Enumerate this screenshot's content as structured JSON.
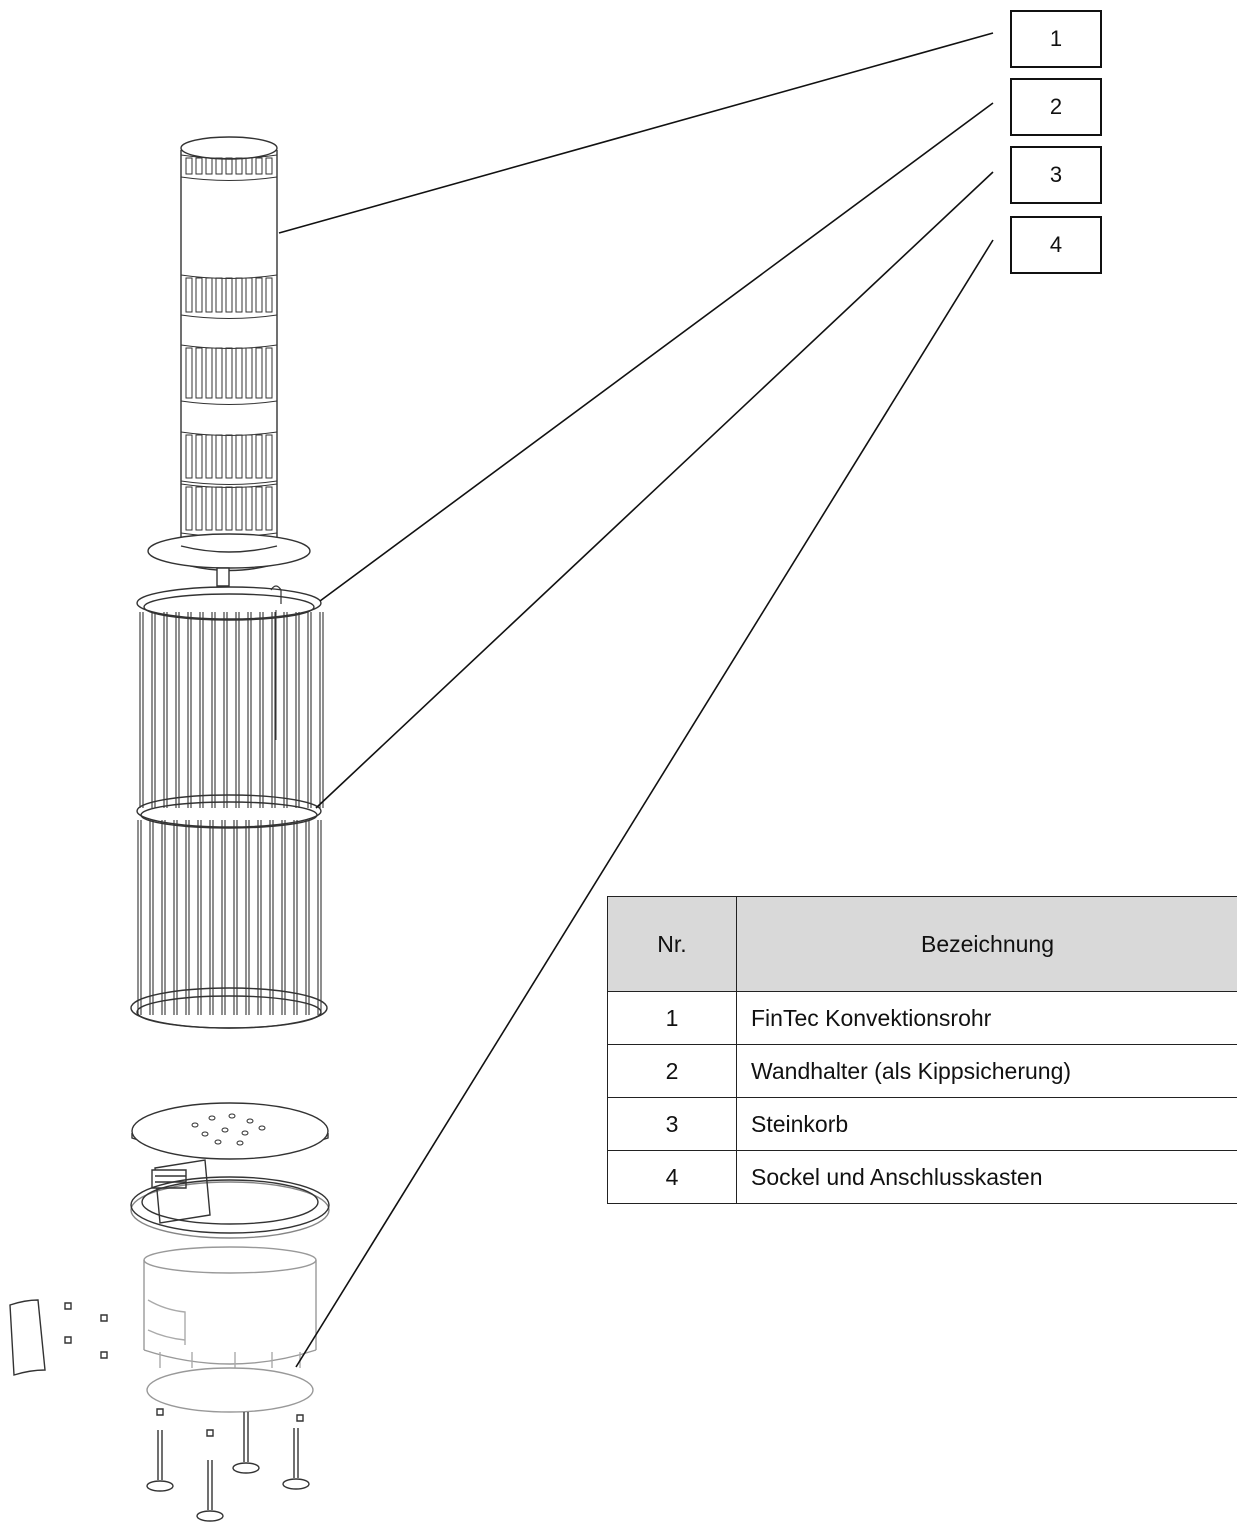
{
  "callouts": [
    "1",
    "2",
    "3",
    "4"
  ],
  "table": {
    "headers": {
      "nr": "Nr.",
      "name": "Bezeichnung"
    },
    "rows": [
      {
        "nr": "1",
        "name": "FinTec Konvektionsrohr"
      },
      {
        "nr": "2",
        "name": "Wandhalter (als Kippsicherung)"
      },
      {
        "nr": "3",
        "name": "Steinkorb"
      },
      {
        "nr": "4",
        "name": "Sockel und Anschlusskasten"
      }
    ]
  }
}
